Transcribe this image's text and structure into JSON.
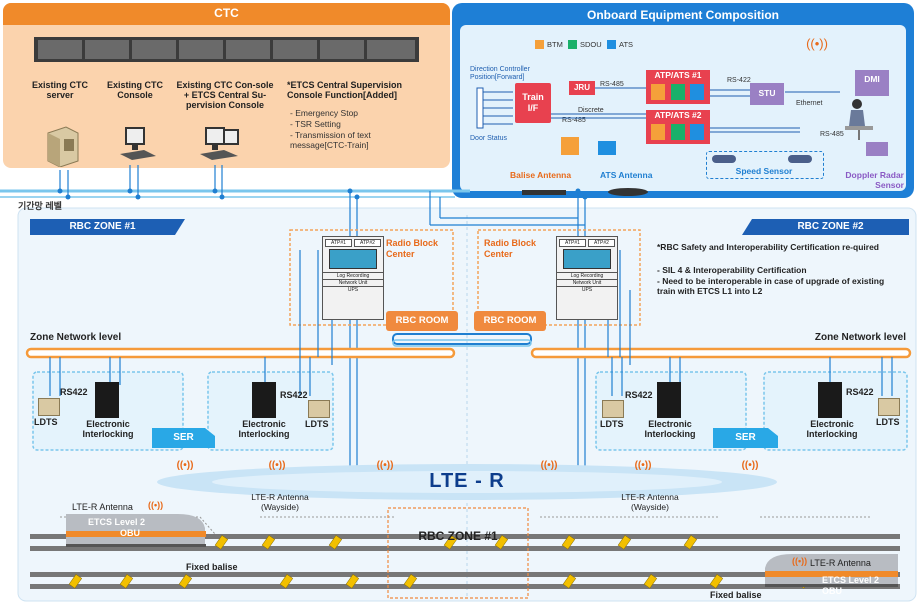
{
  "ctc": {
    "title": "CTC",
    "server": "Existing CTC server",
    "console": "Existing CTC Console",
    "console2": "Existing CTC Con-sole + ETCS Central Su-pervision Console",
    "func_title": "*ETCS Central Supervision Console Function[Added]",
    "functions": [
      "- Emergency Stop",
      "- TSR Setting",
      "- Transmission of text message[CTC-Train]"
    ]
  },
  "backbone_label": "기간망 레벨",
  "onboard": {
    "title": "Onboard Equipment Composition",
    "legend": [
      "BTM",
      "SDOU",
      "ATS"
    ],
    "direction": "Direction Controller Position[Forward]",
    "door": "Door Status",
    "train_if": "Train I/F",
    "jru": "JRU",
    "rs485_1": "RS-485",
    "rs485_2": "RS-485",
    "rs485_3": "RS-485",
    "rs422": "RS-422",
    "discrete": "Discrete",
    "atp1": "ATP/ATS #1",
    "atp2": "ATP/ATS #2",
    "stu": "STU",
    "ethernet": "Ethernet",
    "dmi": "DMI",
    "balise_antenna": "Balise Antenna",
    "ats_antenna": "ATS Antenna",
    "speed_sensor": "Speed Sensor",
    "doppler": "Doppler Radar Sensor"
  },
  "zone1": {
    "title": "RBC ZONE #1",
    "rbc_label": "Radio Block Center",
    "rbc_room": "RBC ROOM",
    "rack_tags": [
      "ATP#1",
      "ATP#2"
    ],
    "rack_rows": [
      "Log Recording",
      "Network Unit",
      "UPS"
    ],
    "network": "Zone Network level",
    "rs422a": "RS422",
    "rs422b": "RS422",
    "ldts_a": "LDTS",
    "ldts_b": "LDTS",
    "ei_a": "Electronic Interlocking",
    "ei_b": "Electronic Interlocking",
    "ser": "SER"
  },
  "zone2": {
    "title": "RBC ZONE #2",
    "rbc_label": "Radio Block Center",
    "rbc_room": "RBC ROOM",
    "rack_tags": [
      "ATP#1",
      "ATP#2"
    ],
    "rack_rows": [
      "Log Recording",
      "Network Unit",
      "UPS"
    ],
    "network": "Zone Network level",
    "cert_title": "*RBC Safety and Interoperability Certification re-quired",
    "cert_items": [
      "- SIL 4 & Interoperability Certification",
      "- Need to be interoperable in case of upgrade of existing train with ETCS L1 into L2"
    ],
    "rs422a": "RS422",
    "rs422b": "RS422",
    "ldts_a": "LDTS",
    "ldts_b": "LDTS",
    "ei_a": "Electronic Interlocking",
    "ei_b": "Electronic Interlocking",
    "ser": "SER"
  },
  "lte": {
    "title": "LTE - R",
    "antenna_left": "LTE-R Antenna (Wayside)",
    "antenna_right": "LTE-R Antenna (Wayside)"
  },
  "track": {
    "zone_label": "RBC ZONE #1",
    "left_antenna": "LTE-R Antenna",
    "right_antenna": "LTE-R Antenna",
    "etcs_left": "ETCS Level 2",
    "obu_left": "OBU",
    "etcs_right": "ETCS Level 2",
    "obu_right": "OBU",
    "fixed_left": "Fixed balise",
    "fixed_right": "Fixed balise"
  },
  "colors": {
    "orange": "#f08a2a",
    "ctc_bg": "#fbd5b1",
    "blue": "#1f7fd1",
    "dark_blue": "#0d3d8c",
    "light_blue": "#dceefa",
    "cyan": "#3fb4e6"
  }
}
